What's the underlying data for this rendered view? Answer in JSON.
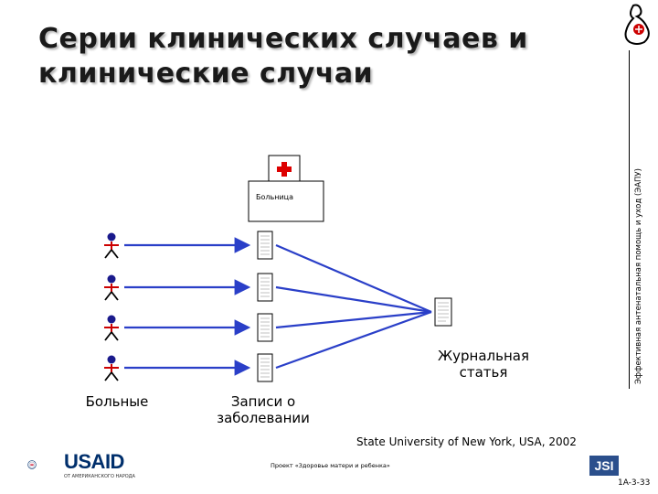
{
  "title": "Серии клинических случаев и клинические случаи",
  "side_text": "Эффективная антенатальная помощь и уход (ЭАПУ)",
  "diagram": {
    "hospital_label": "Больница",
    "patients_label": "Больные",
    "records_label": "Записи о заболевании",
    "article_label": "Журнальная статья",
    "patient_count": 4,
    "record_count": 4
  },
  "footer": {
    "source": "State University of New York, USA, 2002",
    "project": "Проект «Здоровье матери и ребенка»",
    "usaid": "USAID",
    "usaid_sub": "ОТ АМЕРИКАНСКОГО НАРОДА",
    "jsi": "JSI",
    "slide_number": "1A-3-33"
  },
  "colors": {
    "arrow": "#2a3fc8",
    "person_head": "#1a1a8c",
    "person_body": "#cc0000",
    "cross": "#dd0000",
    "usaid_blue": "#002f6c"
  }
}
